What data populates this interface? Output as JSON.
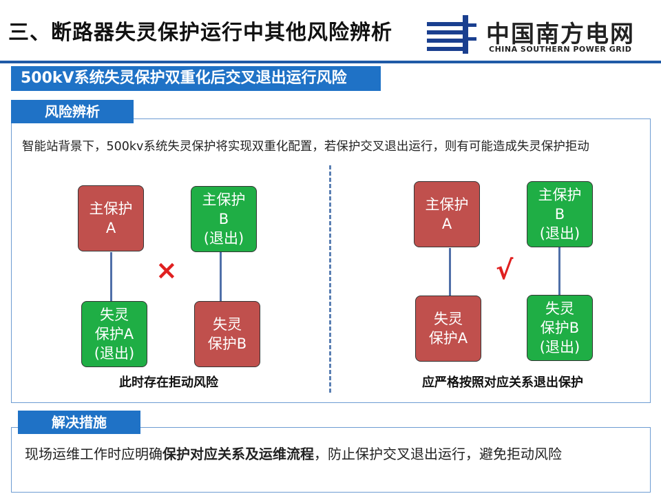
{
  "header": {
    "title": "三、断路器失灵保护运行中其他风险辨析",
    "logo_cn": "中国南方电网",
    "logo_en": "CHINA SOUTHERN POWER GRID",
    "accent_color": "#1f5aa6"
  },
  "subtitle": "500kV系统失灵保护双重化后交叉退出运行风险",
  "risk_section": {
    "tab_label": "风险辨析",
    "description": "智能站背景下，500kv系统失灵保护将实现双重化配置，若保护交叉退出运行，则有可能造成失灵保护拒动",
    "left_diagram": {
      "box_main_a": "主保护\nA",
      "box_main_b": "主保护\nB\n(退出)",
      "box_fail_a": "失灵\n保护A\n(退出)",
      "box_fail_b": "失灵\n保护B",
      "mark": "×",
      "caption": "此时存在拒动风险"
    },
    "right_diagram": {
      "box_main_a": "主保护\nA",
      "box_main_b": "主保护\nB\n(退出)",
      "box_fail_a": "失灵\n保护A",
      "box_fail_b": "失灵\n保护B\n(退出)",
      "mark": "√",
      "caption": "应严格按照对应关系退出保护"
    },
    "colors": {
      "red": "#c0504d",
      "green": "#1fae45"
    }
  },
  "solution_section": {
    "tab_label": "解决措施",
    "text_prefix": "现场运维工作时应明确",
    "text_bold": "保护对应关系及运维流程",
    "text_suffix": "，防止保护交叉退出运行，避免拒动风险"
  }
}
